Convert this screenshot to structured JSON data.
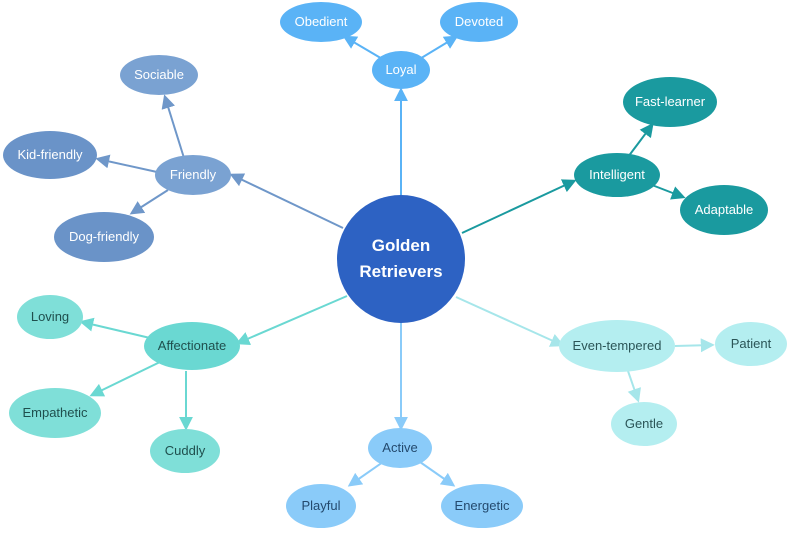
{
  "center": {
    "line1": "Golden",
    "line2": "Retrievers"
  },
  "branches": {
    "loyal": {
      "label": "Loyal",
      "children": [
        "Obedient",
        "Devoted"
      ]
    },
    "friendly": {
      "label": "Friendly",
      "children": [
        "Sociable",
        "Kid-friendly",
        "Dog-friendly"
      ]
    },
    "intelligent": {
      "label": "Intelligent",
      "children": [
        "Fast-learner",
        "Adaptable"
      ]
    },
    "affectionate": {
      "label": "Affectionate",
      "children": [
        "Loving",
        "Empathetic",
        "Cuddly"
      ]
    },
    "active": {
      "label": "Active",
      "children": [
        "Playful",
        "Energetic"
      ]
    },
    "even_tempered": {
      "label": "Even-tempered",
      "children": [
        "Patient",
        "Gentle"
      ]
    }
  },
  "colors": {
    "center": "#2d62c3",
    "loyal": "#5ab3f6",
    "friendly": "#7aa2d2",
    "intelligent": "#1a9a9f",
    "affectionate": "#6ad8d2",
    "active": "#8acbf9",
    "even_tempered": "#b4eef0"
  }
}
